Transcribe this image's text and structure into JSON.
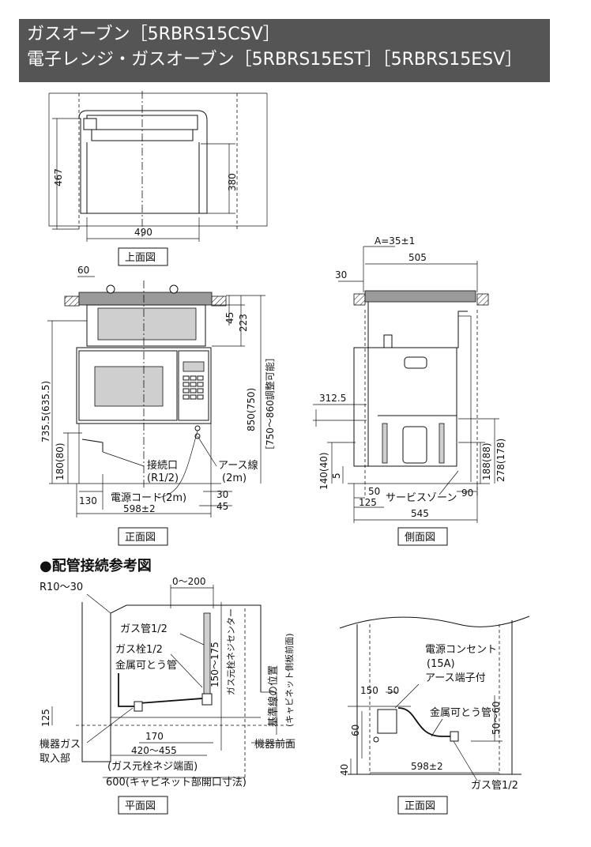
{
  "title": {
    "line1": "ガスオーブン［5RBRS15CSV］",
    "line2": "電子レンジ・ガスオーブン［5RBRS15EST］［5RBRS15ESV］"
  },
  "views": {
    "top": "上面図",
    "front": "正面図",
    "side": "側面図",
    "plan": "平面図",
    "front2": "正面図"
  },
  "top_view": {
    "d_467": "467",
    "d_380": "380",
    "d_490": "490"
  },
  "front_view": {
    "d_60": "60",
    "d_45": "45",
    "d_223": "223",
    "d_735": "735.5(635.5)",
    "d_850": "850(750)",
    "d_adjust": "［750～860調整可能］",
    "d_180": "180(80)",
    "d_130": "130",
    "d_30": "30",
    "d_45b": "45",
    "d_598": "598±2",
    "connect_label": "接続口",
    "connect_size": "(R1/2)",
    "earth_label": "アース線",
    "earth_len": "(2m)",
    "cord_label": "電源コード(2m)"
  },
  "side_view": {
    "d_a": "A=35±1",
    "d_505": "505",
    "d_30": "30",
    "d_312": "312.5",
    "d_140": "140(40)",
    "d_5": "5",
    "d_50": "50",
    "d_125": "125",
    "d_188": "188(88)",
    "d_278": "278(178)",
    "d_90": "90",
    "d_545": "545",
    "service_zone": "サービスゾーン"
  },
  "piping": {
    "heading": "●配管接続参考図",
    "r_label": "R10～30",
    "d_0_200": "0～200",
    "gas_pipe": "ガス管1/2",
    "gas_cock": "ガス栓1/2",
    "flex_pipe": "金属可とう管",
    "d_150_175": "150～175",
    "cock_center": "ガス元栓ネジセンター",
    "ref_line": "基準線の位置",
    "ref_line2": "(キャビネット側板前面)",
    "d_125": "125",
    "d_170": "170",
    "d_420": "420～455",
    "cock_end": "(ガス元栓ネジ端面)",
    "d_600": "600(キャビネット部開口寸法)",
    "inlet1": "機器ガス",
    "inlet2": "取入部",
    "front_face": "機器前面"
  },
  "front2_view": {
    "outlet": "電源コンセント",
    "outlet_a": "(15A)",
    "earth_term": "アース端子付",
    "d_150": "150",
    "d_50": "50",
    "flex_pipe": "金属可とう管",
    "d_50_60": "50～60",
    "d_60": "60",
    "d_40": "40",
    "d_598": "598±2",
    "gas_pipe": "ガス管1/2"
  }
}
